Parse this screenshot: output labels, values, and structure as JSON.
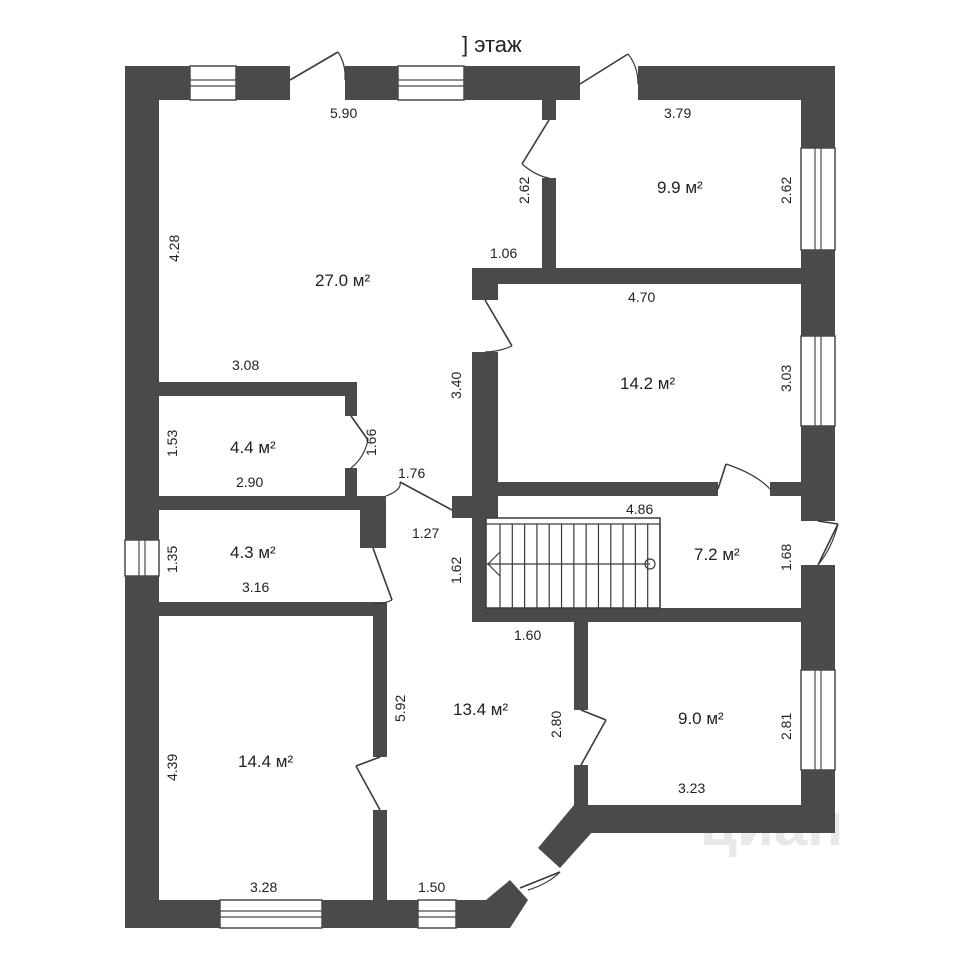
{
  "title": "] этаж",
  "rooms": {
    "r1": "27.0 м²",
    "r2": "9.9 м²",
    "r3": "14.2 м²",
    "r4": "4.4 м²",
    "r5": "4.3 м²",
    "r6": "7.2 м²",
    "r7": "14.4 м²",
    "r8": "13.4 м²",
    "r9": "9.0 м²"
  },
  "dims": {
    "d1": "5.90",
    "d2": "3.79",
    "d3": "4.28",
    "d4": "2.62",
    "d5": "2.62",
    "d6": "1.06",
    "d7": "4.70",
    "d8": "3.08",
    "d9": "3.40",
    "d10": "3.03",
    "d11": "1.53",
    "d12": "1.66",
    "d13": "1.76",
    "d14": "2.90",
    "d15": "4.86",
    "d16": "1.27",
    "d17": "1.35",
    "d18": "1.62",
    "d19": "1.68",
    "d20": "3.16",
    "d21": "1.60",
    "d22": "5.92",
    "d23": "2.80",
    "d24": "2.81",
    "d25": "4.39",
    "d26": "3.23",
    "d27": "3.28",
    "d28": "1.50"
  },
  "watermark": "циан",
  "colors": {
    "wall": "#4a4a4c"
  }
}
